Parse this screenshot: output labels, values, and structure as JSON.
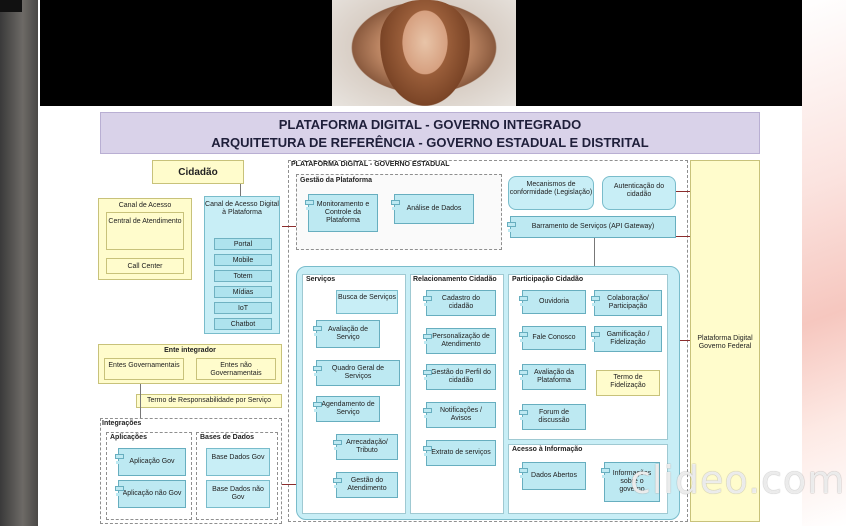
{
  "slide": {
    "title_line1": "PLATAFORMA DIGITAL - GOVERNO INTEGRADO",
    "title_line2": "ARQUITETURA DE REFERÊNCIA - GOVERNO ESTADUAL E DISTRITAL",
    "cidadao": "Cidadão",
    "estadual_header": "PLATAFORMA DIGITAL - GOVERNO ESTADUAL",
    "gestao": {
      "title": "Gestão da Plataforma",
      "monitoramento": "Monitoramento e Controle da Plataforma",
      "analise": "Análise de Dados"
    },
    "mecanismos": "Mecanismos de conformidade (Legislação)",
    "autenticacao": "Autenticação do cidadão",
    "barramento": "Barramento de Serviços (API Gateway)",
    "canal_acesso": {
      "title": "Canal de Acesso",
      "central": "Central de Atendimento",
      "call_center": "Call Center"
    },
    "canal_digital": {
      "title": "Canal de Acesso Digital à Plataforma",
      "items": [
        "Portal",
        "Mobile",
        "Totem",
        "Mídias",
        "IoT",
        "Chatbot"
      ]
    },
    "ente_integrador": {
      "title": "Ente integrador",
      "governamentais": "Entes Governamentais",
      "nao_governamentais": "Entes não Governamentais",
      "termo": "Termo de Responsabilidade por Serviço"
    },
    "integracoes": {
      "title": "Integrações",
      "aplicacoes_title": "Aplicações",
      "aplicacao_gov": "Aplicação Gov",
      "aplicacao_nao_gov": "Aplicação não Gov",
      "bases_title": "Bases de Dados",
      "base_gov": "Base Dados Gov",
      "base_nao_gov": "Base Dados não Gov"
    },
    "servicos": {
      "title": "Serviços",
      "busca": "Busca de Serviços",
      "avaliacao": "Avaliação de Serviço",
      "quadro": "Quadro Geral de Serviços",
      "agendamento": "Agendamento de Serviço",
      "arrecadacao": "Arrecadação/ Tributo",
      "gestao_atendimento": "Gestão do Atendimento"
    },
    "relacionamento": {
      "title": "Relacionamento Cidadão",
      "cadastro": "Cadastro do cidadão",
      "personalizacao": "Personalização de Atendimento",
      "gestao_perfil": "Gestão do Perfil do cidadão",
      "notificacoes": "Notificações / Avisos",
      "extrato": "Extrato de serviços"
    },
    "participacao": {
      "title": "Participação Cidadão",
      "ouvidoria": "Ouvidoria",
      "colaboracao": "Colaboração/ Participação",
      "fale_conosco": "Fale Conosco",
      "gamificacao": "Gamificação / Fidelização",
      "avaliacao_plataforma": "Avaliação da Plataforma",
      "termo_fidelizacao": "Termo de Fidelização",
      "forum": "Forum de discussão"
    },
    "acesso_informacao": {
      "title": "Acesso à Informação",
      "dados_abertos": "Dados Abertos",
      "informacoes": "Informações sobre o governo"
    },
    "federal": "Plataforma Digital Governo Federal"
  },
  "watermark": "clideo.com",
  "colors": {
    "title_bg": "#d9d2e9",
    "component": "#bde9f2",
    "note": "#fffccc",
    "connector": "#8b2d2d"
  }
}
